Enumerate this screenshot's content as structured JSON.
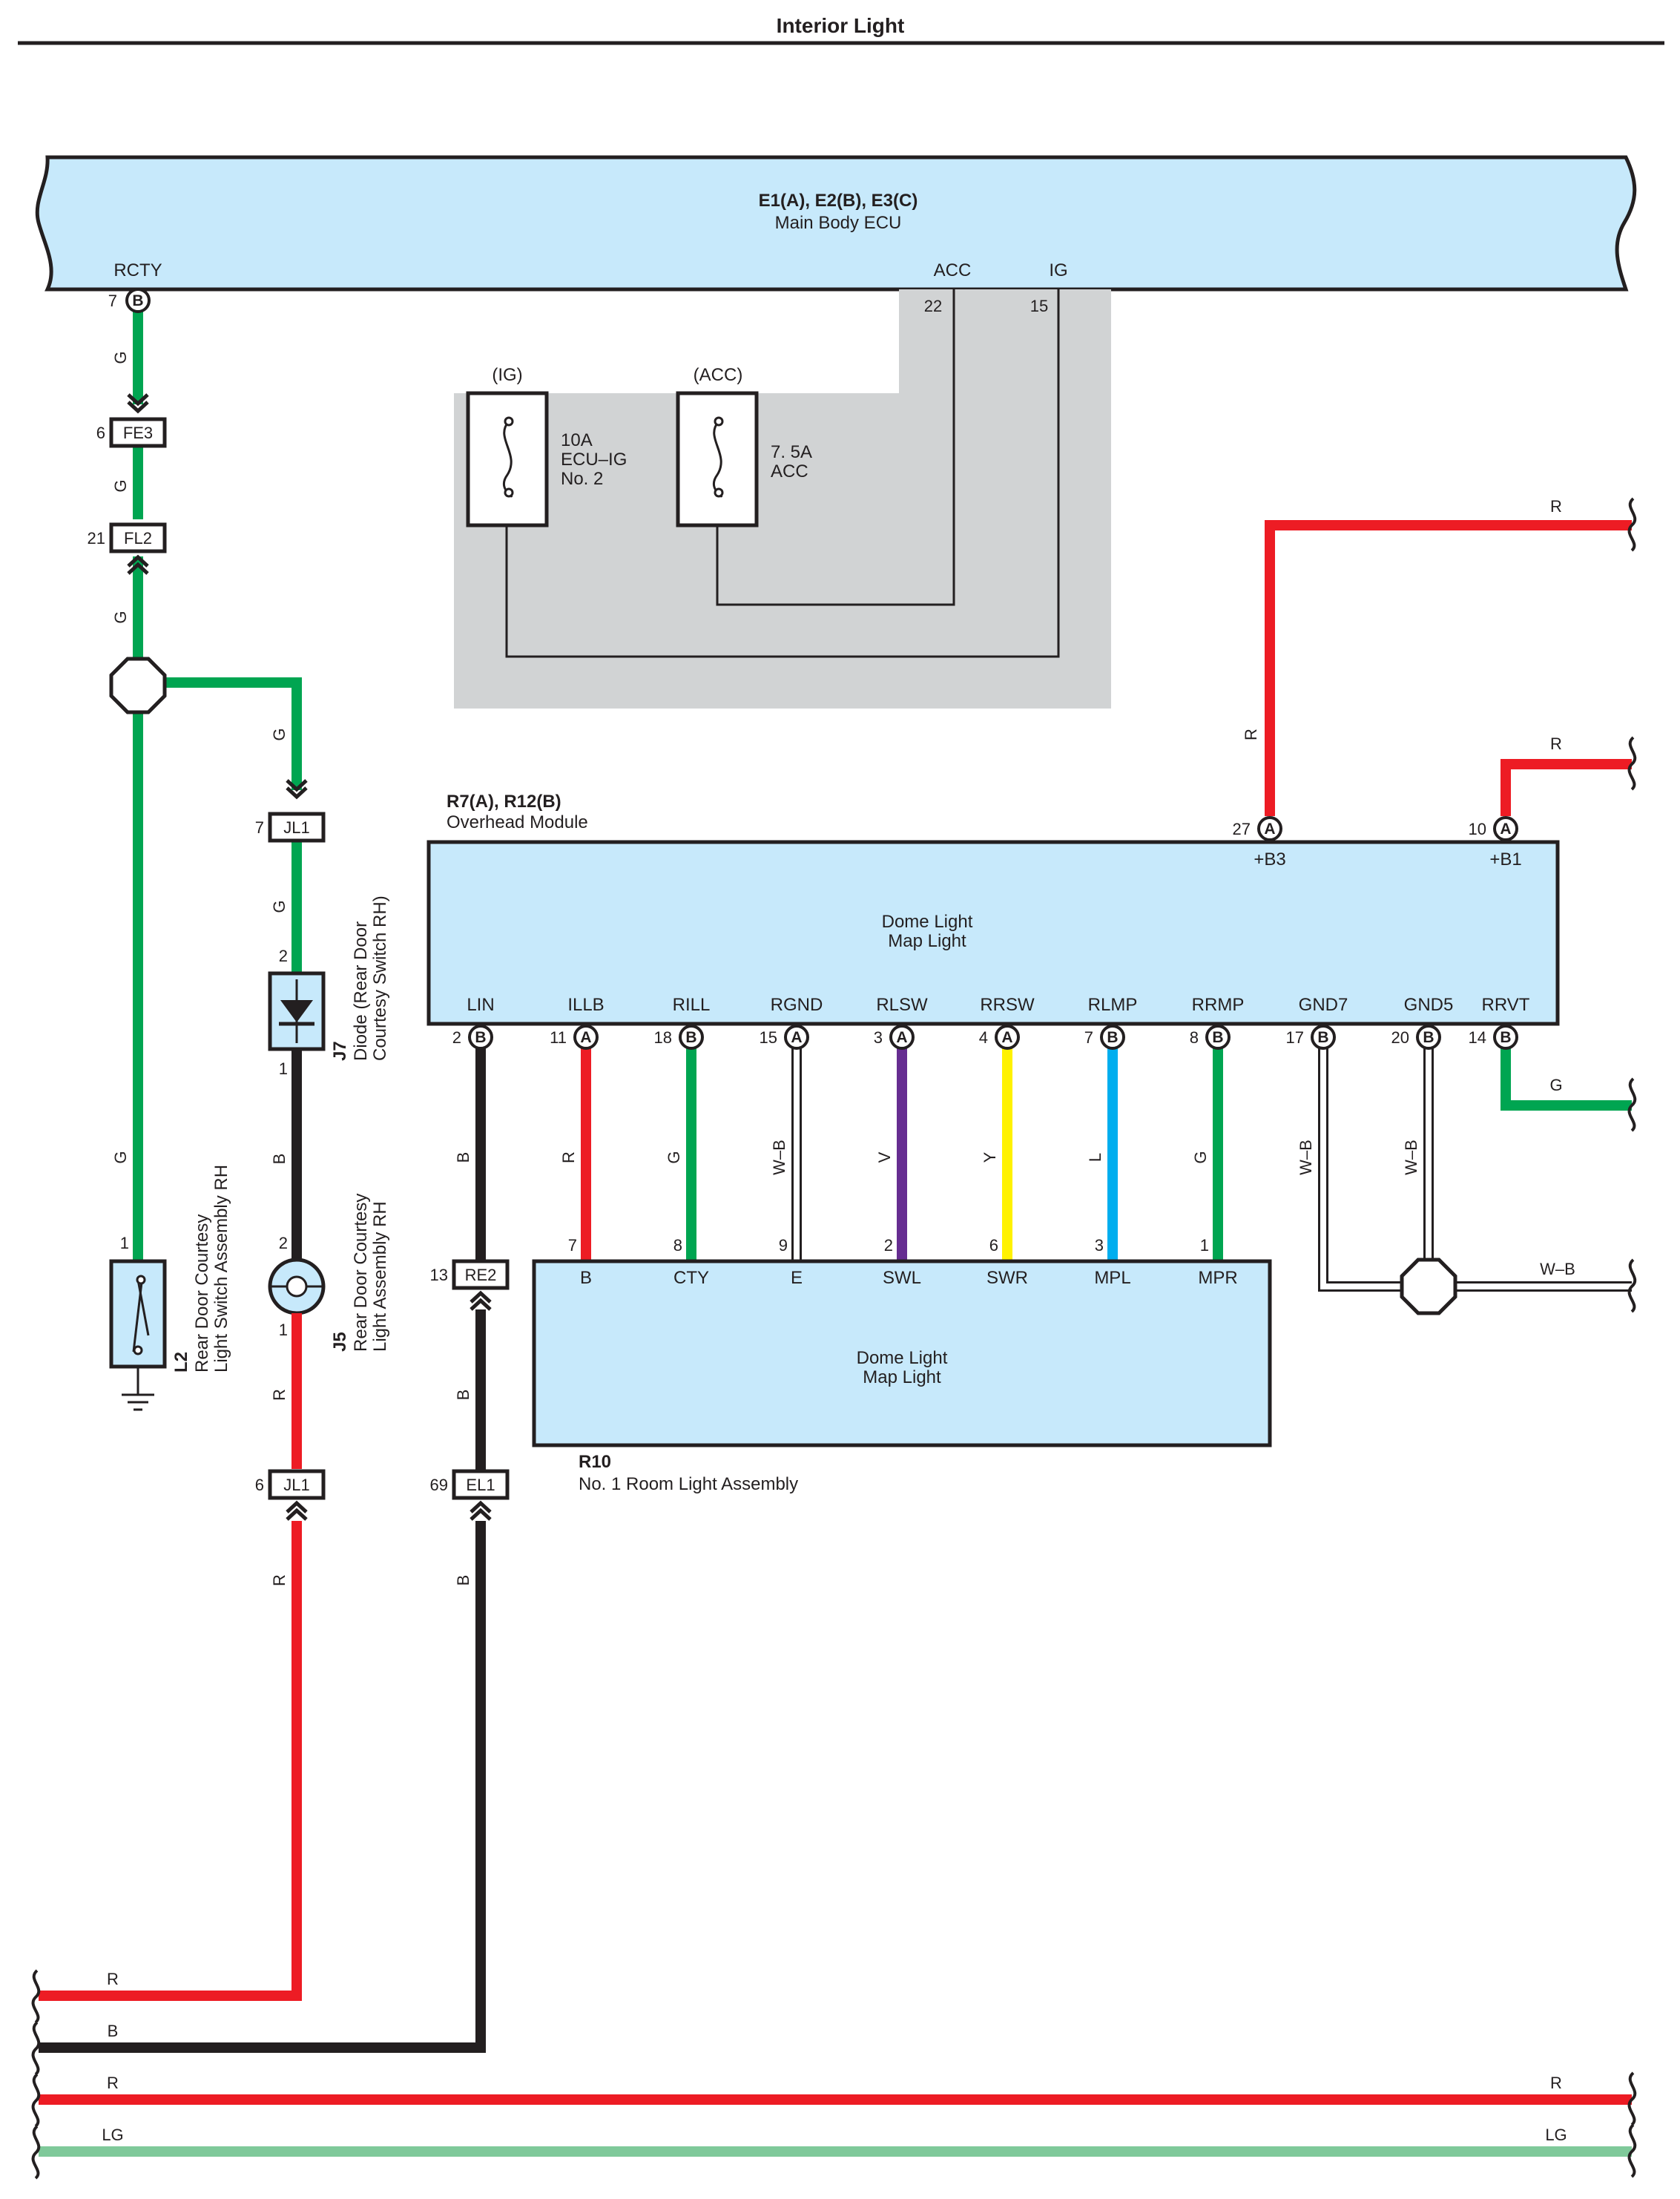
{
  "title": "Interior Light",
  "colors": {
    "R": "#ed1c24",
    "G": "#00a551",
    "B": "#231f20",
    "V": "#662d91",
    "Y": "#fff200",
    "L": "#00aeef",
    "LG": "#7fc99a",
    "WB": "#231f20",
    "box": "#c7e9fb",
    "relay": "#d1d3d4"
  },
  "ecu": {
    "ref": "E1(A), E2(B), E3(C)",
    "name": "Main Body ECU",
    "pins": {
      "rcty": "RCTY",
      "acc": "ACC",
      "ig": "IG"
    },
    "pin_nums": {
      "rcty": "7",
      "acc": "22",
      "ig": "15"
    }
  },
  "fuses": [
    {
      "group": "(IG)",
      "rating": "10A",
      "name_l1": "ECU–IG",
      "name_l2": "No. 2"
    },
    {
      "group": "(ACC)",
      "rating": "7. 5A",
      "name_l1": "ACC",
      "name_l2": ""
    }
  ],
  "left": {
    "fe3": {
      "pin": "6",
      "name": "FE3"
    },
    "fl2": {
      "pin": "21",
      "name": "FL2"
    },
    "jl1a": {
      "pin": "7",
      "name": "JL1"
    },
    "diode": {
      "ref": "J7",
      "name_l1": "Diode (Rear Door",
      "name_l2": "Courtesy Switch RH)",
      "pin_top": "2",
      "pin_bot": "1"
    },
    "lamp": {
      "ref": "J5",
      "name_l1": "Rear Door Courtesy",
      "name_l2": "Light Assembly RH",
      "pin_top": "2",
      "pin_bot": "1"
    },
    "switch": {
      "ref": "L2",
      "name_l1": "Rear Door Courtesy",
      "name_l2": "Light Switch Assembly RH",
      "pin": "1"
    },
    "jl1b": {
      "pin": "6",
      "name": "JL1"
    },
    "re2": {
      "pin": "13",
      "name": "RE2"
    },
    "el1": {
      "pin": "69",
      "name": "EL1"
    }
  },
  "overhead": {
    "ref": "R7(A), R12(B)",
    "name": "Overhead Module",
    "inner_l1": "Dome Light",
    "inner_l2": "Map Light",
    "top_pins": [
      {
        "num": "27",
        "conn": "A",
        "name": "+B3"
      },
      {
        "num": "10",
        "conn": "A",
        "name": "+B1"
      }
    ],
    "bottom_pins": [
      {
        "name": "LIN",
        "num": "2",
        "conn": "B"
      },
      {
        "name": "ILLB",
        "num": "11",
        "conn": "A"
      },
      {
        "name": "RILL",
        "num": "18",
        "conn": "B"
      },
      {
        "name": "RGND",
        "num": "15",
        "conn": "A"
      },
      {
        "name": "RLSW",
        "num": "3",
        "conn": "A"
      },
      {
        "name": "RRSW",
        "num": "4",
        "conn": "A"
      },
      {
        "name": "RLMP",
        "num": "7",
        "conn": "B"
      },
      {
        "name": "RRMP",
        "num": "8",
        "conn": "B"
      },
      {
        "name": "GND7",
        "num": "17",
        "conn": "B"
      },
      {
        "name": "GND5",
        "num": "20",
        "conn": "B"
      },
      {
        "name": "RRVT",
        "num": "14",
        "conn": "B"
      }
    ]
  },
  "room": {
    "ref": "R10",
    "name": "No. 1 Room Light Assembly",
    "inner_l1": "Dome Light",
    "inner_l2": "Map Light",
    "pins": [
      {
        "name": "B",
        "num": "7"
      },
      {
        "name": "CTY",
        "num": "8"
      },
      {
        "name": "E",
        "num": "9"
      },
      {
        "name": "SWL",
        "num": "2"
      },
      {
        "name": "SWR",
        "num": "6"
      },
      {
        "name": "MPL",
        "num": "3"
      },
      {
        "name": "MPR",
        "num": "1"
      }
    ]
  },
  "wire_labels": {
    "g": "G",
    "r": "R",
    "b": "B",
    "v": "V",
    "y": "Y",
    "l": "L",
    "wb": "W–B",
    "lg": "LG"
  }
}
